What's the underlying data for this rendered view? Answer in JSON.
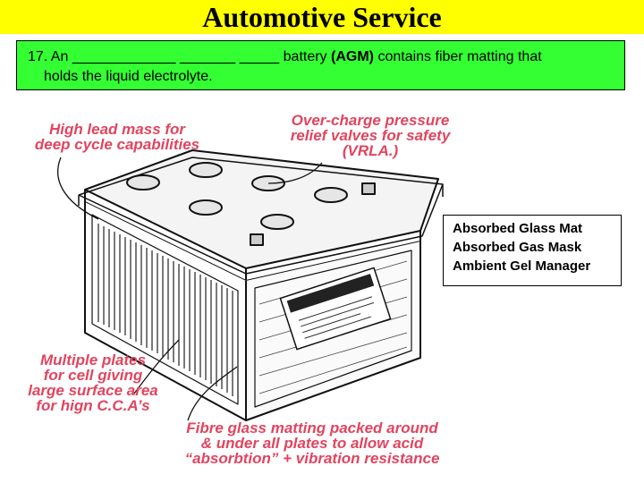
{
  "title": "Automotive Service",
  "question": {
    "number_prefix": "17. An",
    "blanks": "_____________ _______ _____",
    "text_before_term": "battery",
    "term": "(AGM)",
    "text_after_term": "contains fiber matting that",
    "line2": "holds the liquid electrolyte."
  },
  "answers": [
    "Absorbed Glass Mat",
    "Absorbed Gas Mask",
    "Ambient Gel Manager"
  ],
  "callouts": {
    "top_left": "High lead mass for\ndeep cycle capabilities",
    "top_center": "Over-charge pressure\nrelief valves for safety\n(VRLA.)",
    "bottom_left": "Multiple plates\nfor cell giving\nlarge surface area\nfor hign C.C.A’s",
    "bottom_center": "Fibre glass matting packed around\n& under all plates to allow acid\n“absorbtion” + vibration resistance"
  },
  "colors": {
    "title_bg": "#ffff00",
    "question_bg": "#33ff33",
    "callout_text": "#e0455f"
  },
  "illustration": "agm-battery-cutaway"
}
